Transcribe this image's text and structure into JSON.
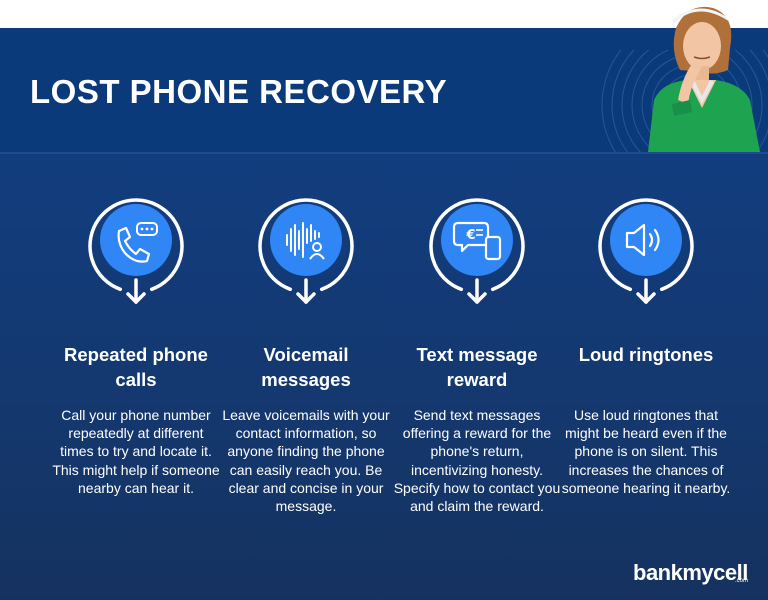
{
  "page": {
    "title": "LOST PHONE RECOVERY"
  },
  "colors": {
    "header": "#0a3a7a",
    "body": "#14386f",
    "icon_circle": "#2f86f4",
    "accent_green": "#1ea350"
  },
  "cards": [
    {
      "icon": "phone-call-icon",
      "title": "Repeated phone calls",
      "text": "Call your phone number repeatedly at different times to try and locate it. This might help if someone nearby can hear it."
    },
    {
      "icon": "voicemail-icon",
      "title": "Voicemail messages",
      "text": "Leave voicemails with your contact information, so anyone finding the phone can easily reach you. Be clear and concise in your message."
    },
    {
      "icon": "reward-message-icon",
      "title": "Text message reward",
      "text": "Send text messages offering a reward for the phone's return, incentivizing honesty. Specify how to contact you and claim the reward."
    },
    {
      "icon": "speaker-icon",
      "title": "Loud ringtones",
      "text": "Use loud ringtones that might be heard even if the phone is on silent. This increases the chances of someone hearing it nearby."
    }
  ],
  "brand": {
    "logo": "bankmycell",
    "tm": ".com"
  }
}
